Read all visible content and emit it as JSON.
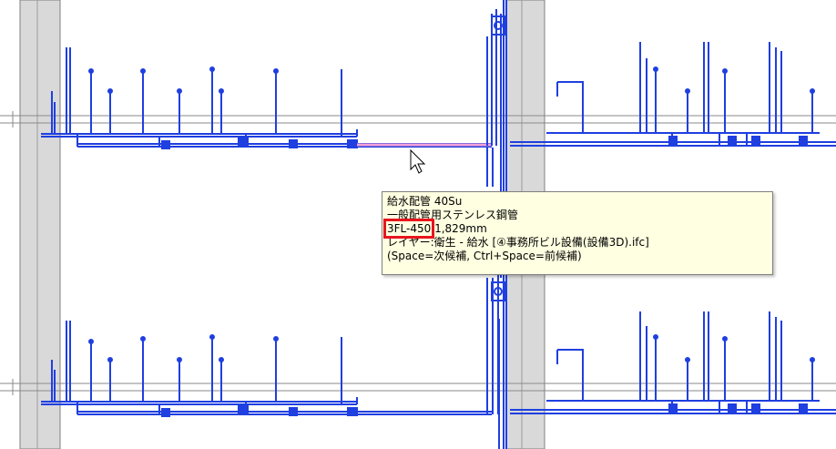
{
  "colors": {
    "pipe": "#1f3fe0",
    "pipe_selected": "#f4a0d8",
    "column_fill": "#d9d9d9",
    "column_edge": "#7f7f7f",
    "floor_line": "#8a8a8a",
    "highlight_box": "#e8141e",
    "tooltip_bg": "#ffffe1"
  },
  "tooltip": {
    "line1": "給水配管 40Su",
    "line2": "一般配管用ステンレス鋼管",
    "level": "3FL-450",
    "length": "1,829mm",
    "layer": "レイヤー:衛生 - 給水 [④事務所ビル設備(設備3D).ifc]",
    "hint": "(Space=次候補, Ctrl+Space=前候補)"
  },
  "cursor_icon": "arrow-pointer-icon"
}
